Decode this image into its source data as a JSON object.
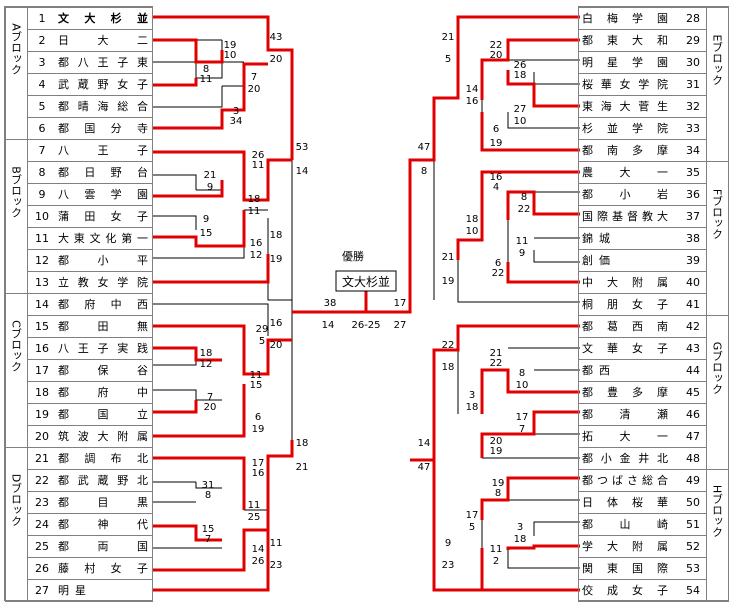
{
  "center": {
    "label": "優勝",
    "winner": "文大杉並",
    "final_left_score": "14",
    "final_right_score": "27",
    "final_score": "26-25",
    "semi_left_top": "38",
    "semi_right_top": "17"
  },
  "blocks": [
    {
      "side": "left",
      "label": "Aブロック",
      "teams": [
        {
          "no": "1",
          "name": "文大杉並"
        },
        {
          "no": "2",
          "name": "日大二"
        },
        {
          "no": "3",
          "name": "都八王子東"
        },
        {
          "no": "4",
          "name": "武蔵野女子"
        },
        {
          "no": "5",
          "name": "都晴海総合"
        },
        {
          "no": "6",
          "name": "都国分寺"
        }
      ]
    },
    {
      "side": "left",
      "label": "Bブロック",
      "teams": [
        {
          "no": "7",
          "name": "八王子"
        },
        {
          "no": "8",
          "name": "都日野台"
        },
        {
          "no": "9",
          "name": "八雲学園"
        },
        {
          "no": "10",
          "name": "蒲田女子"
        },
        {
          "no": "11",
          "name": "大東文化第一"
        },
        {
          "no": "12",
          "name": "都小平"
        },
        {
          "no": "13",
          "name": "立教女学院"
        }
      ]
    },
    {
      "side": "left",
      "label": "Cブロック",
      "teams": [
        {
          "no": "14",
          "name": "都府中西"
        },
        {
          "no": "15",
          "name": "都田無"
        },
        {
          "no": "16",
          "name": "八王子実践"
        },
        {
          "no": "17",
          "name": "都保谷"
        },
        {
          "no": "18",
          "name": "都府中"
        },
        {
          "no": "19",
          "name": "都国立"
        },
        {
          "no": "20",
          "name": "筑波大附属"
        }
      ]
    },
    {
      "side": "left",
      "label": "Dブロック",
      "teams": [
        {
          "no": "21",
          "name": "都調布北"
        },
        {
          "no": "22",
          "name": "都武蔵野北"
        },
        {
          "no": "23",
          "name": "都目黒"
        },
        {
          "no": "24",
          "name": "都神代"
        },
        {
          "no": "25",
          "name": "都両国"
        },
        {
          "no": "26",
          "name": "藤村女子"
        },
        {
          "no": "27",
          "name": "明星"
        }
      ]
    },
    {
      "side": "right",
      "label": "Eブロック",
      "teams": [
        {
          "no": "28",
          "name": "白梅学園"
        },
        {
          "no": "29",
          "name": "都東大和"
        },
        {
          "no": "30",
          "name": "明星学園"
        },
        {
          "no": "31",
          "name": "桜華女学院"
        },
        {
          "no": "32",
          "name": "東海大菅生"
        },
        {
          "no": "33",
          "name": "杉並学院"
        },
        {
          "no": "34",
          "name": "都南多摩"
        }
      ]
    },
    {
      "side": "right",
      "label": "Fブロック",
      "teams": [
        {
          "no": "35",
          "name": "農大一"
        },
        {
          "no": "36",
          "name": "都小岩"
        },
        {
          "no": "37",
          "name": "国際基督教大"
        },
        {
          "no": "38",
          "name": "錦城"
        },
        {
          "no": "39",
          "name": "創価"
        },
        {
          "no": "40",
          "name": "中大附属"
        },
        {
          "no": "41",
          "name": "桐朋女子"
        }
      ]
    },
    {
      "side": "right",
      "label": "Gブロック",
      "teams": [
        {
          "no": "42",
          "name": "都葛西南"
        },
        {
          "no": "43",
          "name": "文華女子"
        },
        {
          "no": "44",
          "name": "都西"
        },
        {
          "no": "45",
          "name": "都豊多摩"
        },
        {
          "no": "46",
          "name": "都清瀬"
        },
        {
          "no": "47",
          "name": "拓大一"
        },
        {
          "no": "48",
          "name": "都小金井北"
        }
      ]
    },
    {
      "side": "right",
      "label": "Hブロック",
      "teams": [
        {
          "no": "49",
          "name": "都つばさ総合"
        },
        {
          "no": "50",
          "name": "日体桜華"
        },
        {
          "no": "51",
          "name": "都山崎"
        },
        {
          "no": "52",
          "name": "学大附属"
        },
        {
          "no": "53",
          "name": "関東国際"
        },
        {
          "no": "54",
          "name": "佼成女子"
        }
      ]
    }
  ],
  "scores": [
    {
      "t": "43",
      "r": 0
    },
    {
      "t": "20",
      "r": 0
    },
    {
      "t": "19",
      "r": 0
    },
    {
      "t": "10",
      "r": 0
    },
    {
      "t": "8",
      "r": 0
    },
    {
      "t": "11",
      "r": 0
    },
    {
      "t": "7",
      "r": 0
    },
    {
      "t": "20",
      "r": 0
    },
    {
      "t": "3",
      "r": 0
    },
    {
      "t": "34",
      "r": 0
    },
    {
      "t": "53",
      "r": 0
    },
    {
      "t": "14",
      "r": 0
    },
    {
      "t": "26",
      "r": 0
    },
    {
      "t": "11",
      "r": 0
    },
    {
      "t": "21",
      "r": 0
    },
    {
      "t": "9",
      "r": 0
    },
    {
      "t": "18",
      "r": 0
    },
    {
      "t": "11",
      "r": 0
    },
    {
      "t": "9",
      "r": 0
    },
    {
      "t": "15",
      "r": 0
    },
    {
      "t": "16",
      "r": 0
    },
    {
      "t": "12",
      "r": 0
    },
    {
      "t": "18",
      "r": 0
    },
    {
      "t": "19",
      "r": 0
    },
    {
      "t": "16",
      "r": 0
    },
    {
      "t": "20",
      "r": 0
    },
    {
      "t": "29",
      "r": 0
    },
    {
      "t": "5",
      "r": 0
    },
    {
      "t": "18",
      "r": 0
    },
    {
      "t": "12",
      "r": 0
    },
    {
      "t": "11",
      "r": 0
    },
    {
      "t": "15",
      "r": 0
    },
    {
      "t": "7",
      "r": 0
    },
    {
      "t": "20",
      "r": 0
    },
    {
      "t": "6",
      "r": 0
    },
    {
      "t": "19",
      "r": 0
    },
    {
      "t": "18",
      "r": 0
    },
    {
      "t": "21",
      "r": 0
    },
    {
      "t": "17",
      "r": 0
    },
    {
      "t": "16",
      "r": 0
    },
    {
      "t": "31",
      "r": 0
    },
    {
      "t": "8",
      "r": 0
    },
    {
      "t": "11",
      "r": 0
    },
    {
      "t": "25",
      "r": 0
    },
    {
      "t": "15",
      "r": 0
    },
    {
      "t": "7",
      "r": 0
    },
    {
      "t": "14",
      "r": 0
    },
    {
      "t": "26",
      "r": 0
    },
    {
      "t": "11",
      "r": 0
    },
    {
      "t": "23",
      "r": 0
    },
    {
      "t": "21",
      "r": 1
    },
    {
      "t": "5",
      "r": 1
    },
    {
      "t": "22",
      "r": 1
    },
    {
      "t": "20",
      "r": 1
    },
    {
      "t": "26",
      "r": 1
    },
    {
      "t": "18",
      "r": 1
    },
    {
      "t": "14",
      "r": 1
    },
    {
      "t": "16",
      "r": 1
    },
    {
      "t": "27",
      "r": 1
    },
    {
      "t": "10",
      "r": 1
    },
    {
      "t": "6",
      "r": 1
    },
    {
      "t": "19",
      "r": 1
    },
    {
      "t": "47",
      "r": 1
    },
    {
      "t": "8",
      "r": 1
    },
    {
      "t": "16",
      "r": 1
    },
    {
      "t": "4",
      "r": 1
    },
    {
      "t": "8",
      "r": 1
    },
    {
      "t": "22",
      "r": 1
    },
    {
      "t": "18",
      "r": 1
    },
    {
      "t": "10",
      "r": 1
    },
    {
      "t": "11",
      "r": 1
    },
    {
      "t": "9",
      "r": 1
    },
    {
      "t": "6",
      "r": 1
    },
    {
      "t": "22",
      "r": 1
    },
    {
      "t": "21",
      "r": 1
    },
    {
      "t": "19",
      "r": 1
    },
    {
      "t": "22",
      "r": 1
    },
    {
      "t": "18",
      "r": 1
    },
    {
      "t": "21",
      "r": 1
    },
    {
      "t": "22",
      "r": 1
    },
    {
      "t": "8",
      "r": 1
    },
    {
      "t": "10",
      "r": 1
    },
    {
      "t": "3",
      "r": 1
    },
    {
      "t": "18",
      "r": 1
    },
    {
      "t": "17",
      "r": 1
    },
    {
      "t": "7",
      "r": 1
    },
    {
      "t": "20",
      "r": 1
    },
    {
      "t": "19",
      "r": 1
    },
    {
      "t": "14",
      "r": 1
    },
    {
      "t": "47",
      "r": 1
    },
    {
      "t": "19",
      "r": 1
    },
    {
      "t": "8",
      "r": 1
    },
    {
      "t": "17",
      "r": 1
    },
    {
      "t": "5",
      "r": 1
    },
    {
      "t": "3",
      "r": 1
    },
    {
      "t": "18",
      "r": 1
    },
    {
      "t": "11",
      "r": 1
    },
    {
      "t": "2",
      "r": 1
    },
    {
      "t": "9",
      "r": 1
    },
    {
      "t": "23",
      "r": 1
    }
  ],
  "colors": {
    "winner_line": "#e00000",
    "loser_line": "#000000",
    "border": "#808080"
  }
}
